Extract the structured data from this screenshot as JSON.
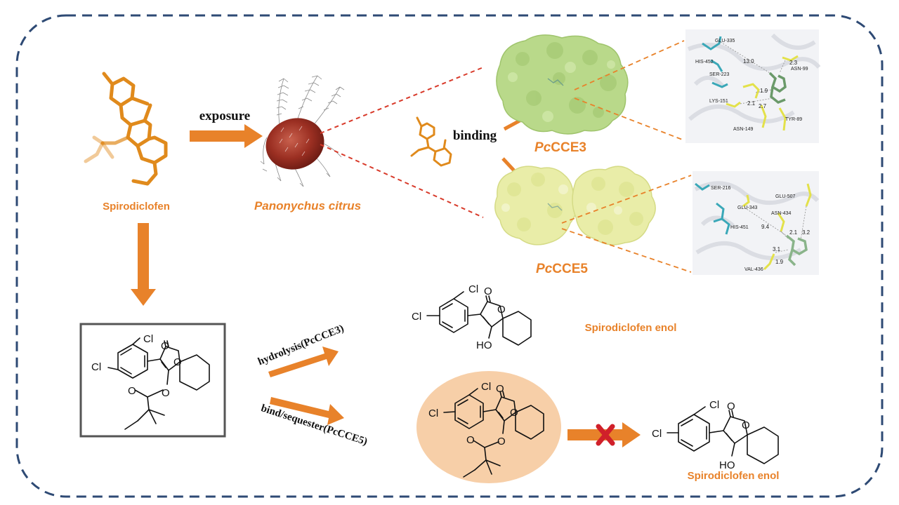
{
  "labels": {
    "spirodiclofen": "Spirodiclofen",
    "exposure": "exposure",
    "species": "Panonychus citrus",
    "binding": "binding",
    "pccce3_prefix": "Pc",
    "pccce3_suffix": "CCE3",
    "pccce5_prefix": "Pc",
    "pccce5_suffix": "CCE5",
    "hydrolysis": "hydrolysis(PcCCE3)",
    "bind_sequester": "bind/sequester(PcCCE5)",
    "enol_top": "Spirodiclofen  enol",
    "enol_bottom": "Spirodiclofen  enol"
  },
  "atoms": {
    "cl": "Cl",
    "o": "O",
    "ho": "HO"
  },
  "pccce3_panel": {
    "residues": [
      "GLU-335",
      "HIS-452",
      "SER-223",
      "LYS-151",
      "ASN-149",
      "TYR-89",
      "ASN-99"
    ],
    "distances": [
      "13.0",
      "2.3",
      "1.9",
      "2.1",
      "2.7"
    ]
  },
  "pccce5_panel": {
    "residues": [
      "SER-216",
      "GLU-343",
      "HIS-451",
      "GLU-507",
      "ASN-434",
      "VAL-436"
    ],
    "distances": [
      "9.4",
      "2.1",
      "3.2",
      "3.1",
      "1.9"
    ]
  },
  "colors": {
    "arrow": "#e8822a",
    "label_orange": "#e8822a",
    "border_dash": "#2e4a74",
    "leader_red": "#d83a2a",
    "leader_orange": "#e8822a",
    "cce3_surface": "#b9d98a",
    "cce5_surface": "#e9eda8",
    "highlight_ellipse": "#f7cfa8",
    "blocked_x": "#d0202a"
  }
}
